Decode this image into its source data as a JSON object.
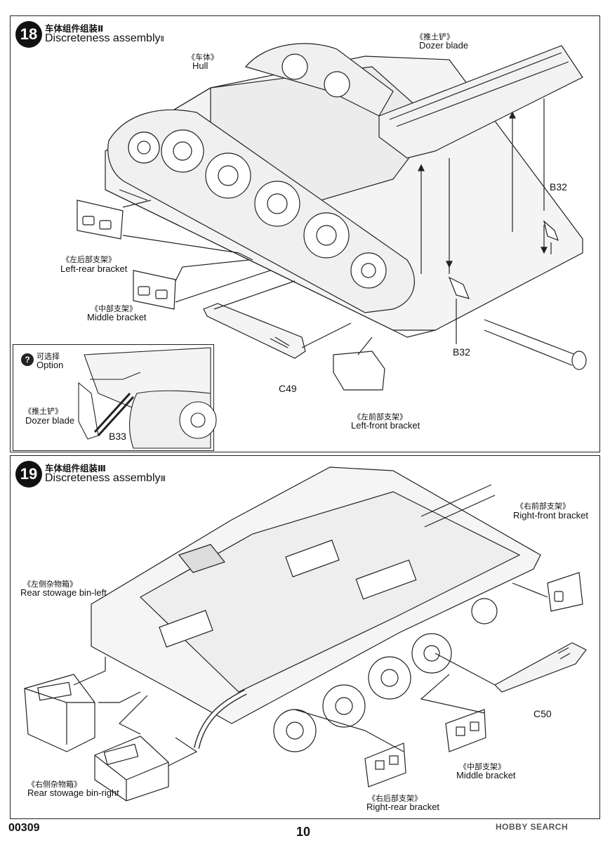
{
  "step18": {
    "number": "18",
    "title_cn": "车体组件组装Ⅱ",
    "title_en": "Discreteness assembly",
    "title_suffix": "Ⅱ",
    "labels": {
      "hull_cn": "《车体》",
      "hull_en": "Hull",
      "dozer_cn": "《推土铲》",
      "dozer_en": "Dozer blade",
      "left_rear_cn": "《左后部支架》",
      "left_rear_en": "Left-rear bracket",
      "middle_cn": "《中部支架》",
      "middle_en": "Middle bracket",
      "left_front_cn": "《左前部支架》",
      "left_front_en": "Left-front bracket"
    },
    "parts": [
      "B32",
      "B32",
      "C49"
    ],
    "option": {
      "badge": "?",
      "label_cn": "可选择",
      "label_en": "Option",
      "dozer_cn": "《推土铲》",
      "dozer_en": "Dozer blade",
      "part": "B33"
    }
  },
  "step19": {
    "number": "19",
    "title_cn": "车体组件组装Ⅲ",
    "title_en": "Discreteness assembly",
    "title_suffix": "Ⅲ",
    "labels": {
      "right_front_cn": "《右前部支架》",
      "right_front_en": "Right-front bracket",
      "rear_left_cn": "《左侧杂物箱》",
      "rear_left_en": "Rear stowage bin-left",
      "rear_right_cn": "《右侧杂物箱》",
      "rear_right_en": "Rear stowage bin-right",
      "middle_cn": "《中部支架》",
      "middle_en": "Middle bracket",
      "right_rear_cn": "《右后部支架》",
      "right_rear_en": "Right-rear bracket"
    },
    "parts": [
      "C50"
    ]
  },
  "footer": {
    "code": "00309",
    "page": "10",
    "watermark": "HOBBY SEARCH"
  }
}
